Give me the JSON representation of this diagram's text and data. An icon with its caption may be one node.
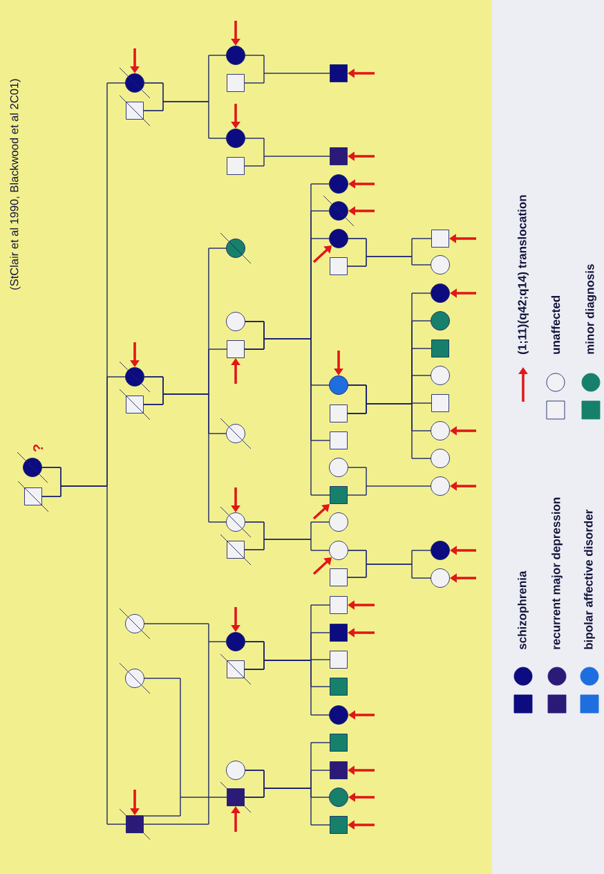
{
  "diagram": {
    "title": "(StClair et al 1990, Blackwood et al 2C01)",
    "nodes": [
      {
        "text": [],
        "shape": "circle",
        "beside": [
          "?"
        ]
      },
      {
        "text": [],
        "shape": "box"
      },
      {
        "text": [],
        "shape": "circle"
      },
      {
        "text": [],
        "shape": "box"
      },
      {
        "text": [],
        "shape": "circle"
      },
      {
        "text": [],
        "shape": "box"
      },
      {
        "text": [],
        "shape": "circle"
      },
      {
        "text": [],
        "shape": "circle"
      },
      {
        "text": [],
        "shape": "box"
      },
      {
        "text": [],
        "shape": "circle"
      },
      {
        "text": [],
        "shape": "box"
      },
      {
        "text": [],
        "shape": "circle"
      },
      {
        "text": [],
        "shape": "box"
      },
      {
        "text": [],
        "shape": "circle"
      },
      {
        "text": [],
        "shape": "circle"
      },
      {
        "text": [],
        "shape": "box"
      },
      {
        "text": [],
        "shape": "circle"
      },
      {
        "text": [],
        "shape": "circle"
      },
      {
        "text": [],
        "shape": "box"
      },
      {
        "text": [],
        "shape": "circle"
      },
      {
        "text": [],
        "shape": "box"
      },
      {
        "text": [],
        "shape": "circle"
      },
      {
        "text": [],
        "shape": "box"
      },
      {
        "text": [],
        "shape": "box"
      },
      {
        "text": [],
        "shape": "box"
      },
      {
        "text": [],
        "shape": "circle"
      },
      {
        "text": [],
        "shape": "circle"
      },
      {
        "text": [],
        "shape": "circle"
      },
      {
        "text": [],
        "shape": "box"
      },
      {
        "text": [],
        "shape": "circle"
      },
      {
        "text": [],
        "shape": "box"
      },
      {
        "text": [],
        "shape": "box"
      },
      {
        "text": [],
        "shape": "circle"
      },
      {
        "text": [],
        "shape": "box"
      },
      {
        "text": [],
        "shape": "circle"
      },
      {
        "text": [],
        "shape": "circle"
      },
      {
        "text": [],
        "shape": "box"
      },
      {
        "text": [],
        "shape": "box"
      },
      {
        "text": [],
        "shape": "box"
      },
      {
        "text": [],
        "shape": "box"
      },
      {
        "text": [],
        "shape": "box"
      },
      {
        "text": [],
        "shape": "circle"
      },
      {
        "text": [],
        "shape": "box"
      },
      {
        "text": [],
        "shape": "box"
      },
      {
        "text": [],
        "shape": "circle"
      },
      {
        "text": [],
        "shape": "box"
      },
      {
        "text": [],
        "shape": "box"
      },
      {
        "text": [],
        "shape": "circle"
      },
      {
        "text": [],
        "shape": "circle"
      },
      {
        "text": [],
        "shape": "circle"
      },
      {
        "text": [],
        "shape": "box"
      },
      {
        "text": [],
        "shape": "circle"
      },
      {
        "text": [],
        "shape": "box"
      },
      {
        "text": [],
        "shape": "circle"
      },
      {
        "text": [],
        "shape": "circle"
      },
      {
        "text": [],
        "shape": "circle"
      },
      {
        "text": [],
        "shape": "circle"
      },
      {
        "text": [],
        "shape": "circle"
      }
    ],
    "edges": [
      {
        "from": 0,
        "to": 1,
        "arrow": "none"
      },
      {
        "from": 0,
        "to": 2,
        "arrow": "none"
      },
      {
        "from": 1,
        "to": 2,
        "arrow": "none"
      },
      {
        "from": 0,
        "to": 4,
        "arrow": "none"
      },
      {
        "from": 1,
        "to": 4,
        "arrow": "none"
      },
      {
        "from": 0,
        "to": 8,
        "arrow": "none"
      },
      {
        "from": 1,
        "to": 8,
        "arrow": "none"
      },
      {
        "from": 2,
        "to": 3,
        "arrow": "none"
      },
      {
        "from": 2,
        "to": 9,
        "arrow": "none"
      },
      {
        "from": 3,
        "to": 9,
        "arrow": "none"
      },
      {
        "from": 2,
        "to": 11,
        "arrow": "none"
      },
      {
        "from": 3,
        "to": 11,
        "arrow": "none"
      },
      {
        "from": 9,
        "to": 10,
        "arrow": "none"
      },
      {
        "from": 9,
        "to": 23,
        "arrow": "none"
      },
      {
        "from": 10,
        "to": 23,
        "arrow": "none"
      },
      {
        "from": 11,
        "to": 12,
        "arrow": "none"
      },
      {
        "from": 11,
        "to": 24,
        "arrow": "none"
      },
      {
        "from": 12,
        "to": 24,
        "arrow": "none"
      },
      {
        "from": 4,
        "to": 5,
        "arrow": "none"
      },
      {
        "from": 4,
        "to": 13,
        "arrow": "none"
      },
      {
        "from": 5,
        "to": 13,
        "arrow": "none"
      },
      {
        "from": 4,
        "to": 15,
        "arrow": "none"
      },
      {
        "from": 5,
        "to": 15,
        "arrow": "none"
      },
      {
        "from": 4,
        "to": 16,
        "arrow": "none"
      },
      {
        "from": 5,
        "to": 16,
        "arrow": "none"
      },
      {
        "from": 4,
        "to": 17,
        "arrow": "none"
      },
      {
        "from": 5,
        "to": 17,
        "arrow": "none"
      },
      {
        "from": 14,
        "to": 15,
        "arrow": "none"
      },
      {
        "from": 14,
        "to": 25,
        "arrow": "none"
      },
      {
        "from": 15,
        "to": 25,
        "arrow": "none"
      },
      {
        "from": 14,
        "to": 26,
        "arrow": "none"
      },
      {
        "from": 15,
        "to": 26,
        "arrow": "none"
      },
      {
        "from": 14,
        "to": 27,
        "arrow": "none"
      },
      {
        "from": 15,
        "to": 27,
        "arrow": "none"
      },
      {
        "from": 14,
        "to": 29,
        "arrow": "none"
      },
      {
        "from": 15,
        "to": 29,
        "arrow": "none"
      },
      {
        "from": 14,
        "to": 31,
        "arrow": "none"
      },
      {
        "from": 15,
        "to": 31,
        "arrow": "none"
      },
      {
        "from": 14,
        "to": 33,
        "arrow": "none"
      },
      {
        "from": 15,
        "to": 33,
        "arrow": "none"
      },
      {
        "from": 17,
        "to": 18,
        "arrow": "none"
      },
      {
        "from": 17,
        "to": 34,
        "arrow": "none"
      },
      {
        "from": 18,
        "to": 34,
        "arrow": "none"
      },
      {
        "from": 17,
        "to": 35,
        "arrow": "none"
      },
      {
        "from": 18,
        "to": 35,
        "arrow": "none"
      },
      {
        "from": 6,
        "to": 8,
        "arrow": "none"
      },
      {
        "from": 6,
        "to": 19,
        "arrow": "none"
      },
      {
        "from": 8,
        "to": 19,
        "arrow": "none"
      },
      {
        "from": 7,
        "to": 8,
        "arrow": "none"
      },
      {
        "from": 7,
        "to": 22,
        "arrow": "none"
      },
      {
        "from": 8,
        "to": 22,
        "arrow": "none"
      },
      {
        "from": 19,
        "to": 20,
        "arrow": "none"
      },
      {
        "from": 19,
        "to": 37,
        "arrow": "none"
      },
      {
        "from": 20,
        "to": 37,
        "arrow": "none"
      },
      {
        "from": 19,
        "to": 38,
        "arrow": "none"
      },
      {
        "from": 20,
        "to": 38,
        "arrow": "none"
      },
      {
        "from": 19,
        "to": 39,
        "arrow": "none"
      },
      {
        "from": 20,
        "to": 39,
        "arrow": "none"
      },
      {
        "from": 19,
        "to": 40,
        "arrow": "none"
      },
      {
        "from": 20,
        "to": 40,
        "arrow": "none"
      },
      {
        "from": 19,
        "to": 41,
        "arrow": "none"
      },
      {
        "from": 20,
        "to": 41,
        "arrow": "none"
      },
      {
        "from": 21,
        "to": 22,
        "arrow": "none"
      },
      {
        "from": 21,
        "to": 42,
        "arrow": "none"
      },
      {
        "from": 22,
        "to": 42,
        "arrow": "none"
      },
      {
        "from": 21,
        "to": 43,
        "arrow": "none"
      },
      {
        "from": 22,
        "to": 43,
        "arrow": "none"
      },
      {
        "from": 21,
        "to": 44,
        "arrow": "none"
      },
      {
        "from": 22,
        "to": 44,
        "arrow": "none"
      },
      {
        "from": 21,
        "to": 45,
        "arrow": "none"
      },
      {
        "from": 22,
        "to": 45,
        "arrow": "none"
      },
      {
        "from": 27,
        "to": 28,
        "arrow": "none"
      },
      {
        "from": 27,
        "to": 46,
        "arrow": "none"
      },
      {
        "from": 28,
        "to": 46,
        "arrow": "none"
      },
      {
        "from": 27,
        "to": 47,
        "arrow": "none"
      },
      {
        "from": 28,
        "to": 47,
        "arrow": "none"
      },
      {
        "from": 29,
        "to": 30,
        "arrow": "none"
      },
      {
        "from": 29,
        "to": 48,
        "arrow": "none"
      },
      {
        "from": 30,
        "to": 48,
        "arrow": "none"
      },
      {
        "from": 29,
        "to": 49,
        "arrow": "none"
      },
      {
        "from": 30,
        "to": 49,
        "arrow": "none"
      },
      {
        "from": 29,
        "to": 50,
        "arrow": "none"
      },
      {
        "from": 30,
        "to": 50,
        "arrow": "none"
      },
      {
        "from": 29,
        "to": 51,
        "arrow": "none"
      },
      {
        "from": 30,
        "to": 51,
        "arrow": "none"
      },
      {
        "from": 29,
        "to": 52,
        "arrow": "none"
      },
      {
        "from": 30,
        "to": 52,
        "arrow": "none"
      },
      {
        "from": 29,
        "to": 53,
        "arrow": "none"
      },
      {
        "from": 30,
        "to": 53,
        "arrow": "none"
      },
      {
        "from": 29,
        "to": 54,
        "arrow": "none"
      },
      {
        "from": 30,
        "to": 54,
        "arrow": "none"
      },
      {
        "from": 32,
        "to": 33,
        "arrow": "none"
      },
      {
        "from": 32,
        "to": 55,
        "arrow": "none"
      },
      {
        "from": 33,
        "to": 55,
        "arrow": "none"
      },
      {
        "from": 35,
        "to": 36,
        "arrow": "none"
      },
      {
        "from": 35,
        "to": 56,
        "arrow": "none"
      },
      {
        "from": 36,
        "to": 56,
        "arrow": "none"
      },
      {
        "from": 35,
        "to": 57,
        "arrow": "none"
      },
      {
        "from": 36,
        "to": 57,
        "arrow": "none"
      },
      {
        "from": null,
        "to": 2,
        "arrow": "to",
        "style": "thick",
        "color": "#e01818"
      },
      {
        "from": null,
        "to": 4,
        "arrow": "to",
        "style": "thick",
        "color": "#e01818"
      },
      {
        "from": null,
        "to": 8,
        "arrow": "to",
        "style": "thick",
        "color": "#e01818"
      },
      {
        "from": null,
        "to": 9,
        "arrow": "to",
        "style": "thick",
        "color": "#e01818"
      },
      {
        "from": null,
        "to": 11,
        "arrow": "to",
        "style": "thick",
        "color": "#e01818"
      },
      {
        "from": null,
        "to": 15,
        "arrow": "to",
        "style": "thick",
        "color": "#e01818"
      },
      {
        "from": null,
        "to": 17,
        "arrow": "to",
        "style": "thick",
        "color": "#e01818"
      },
      {
        "from": null,
        "to": 19,
        "arrow": "to",
        "style": "thick",
        "color": "#e01818"
      },
      {
        "from": null,
        "to": 22,
        "arrow": "to",
        "style": "thick",
        "color": "#e01818"
      },
      {
        "from": null,
        "to": 23,
        "arrow": "to",
        "style": "thick",
        "color": "#e01818"
      },
      {
        "from": null,
        "to": 24,
        "arrow": "to",
        "style": "thick",
        "color": "#e01818"
      },
      {
        "from": null,
        "to": 25,
        "arrow": "to",
        "style": "thick",
        "color": "#e01818"
      },
      {
        "from": null,
        "to": 26,
        "arrow": "to",
        "style": "thick",
        "color": "#e01818"
      },
      {
        "from": null,
        "to": 27,
        "arrow": "to",
        "style": "thick",
        "color": "#e01818"
      },
      {
        "from": null,
        "to": 29,
        "arrow": "to",
        "style": "thick",
        "color": "#e01818"
      },
      {
        "from": null,
        "to": 33,
        "arrow": "to",
        "style": "thick",
        "color": "#e01818"
      },
      {
        "from": null,
        "to": 35,
        "arrow": "to",
        "style": "thick",
        "color": "#e01818"
      },
      {
        "from": null,
        "to": 37,
        "arrow": "to",
        "style": "thick",
        "color": "#e01818"
      },
      {
        "from": null,
        "to": 38,
        "arrow": "to",
        "style": "thick",
        "color": "#e01818"
      },
      {
        "from": null,
        "to": 41,
        "arrow": "to",
        "style": "thick",
        "color": "#e01818"
      },
      {
        "from": null,
        "to": 43,
        "arrow": "to",
        "style": "thick",
        "color": "#e01818"
      },
      {
        "from": null,
        "to": 44,
        "arrow": "to",
        "style": "thick",
        "color": "#e01818"
      },
      {
        "from": null,
        "to": 45,
        "arrow": "to",
        "style": "thick",
        "color": "#e01818"
      },
      {
        "from": null,
        "to": 46,
        "arrow": "to",
        "style": "thick",
        "color": "#e01818"
      },
      {
        "from": null,
        "to": 48,
        "arrow": "to",
        "style": "thick",
        "color": "#e01818"
      },
      {
        "from": null,
        "to": 53,
        "arrow": "to",
        "style": "thick",
        "color": "#e01818"
      },
      {
        "from": null,
        "to": 55,
        "arrow": "to",
        "style": "thick",
        "color": "#e01818"
      },
      {
        "from": null,
        "to": 56,
        "arrow": "to",
        "style": "thick",
        "color": "#e01818"
      },
      {
        "from": null,
        "to": 57,
        "arrow": "to",
        "style": "thick",
        "color": "#e01818"
      }
    ],
    "legend": [
      {
        "text": "schizophrenia",
        "color": "#0c0c80"
      },
      {
        "text": "recurrent major depression",
        "color": "#2c1a78"
      },
      {
        "text": "bipolar affective disorder",
        "color": "#1e6ee0"
      },
      {
        "text": "(1;11)(q42;q14) translocation"
      },
      {
        "text": "unaffected"
      },
      {
        "text": "minor diagnosis",
        "color": "#17806a"
      }
    ]
  }
}
